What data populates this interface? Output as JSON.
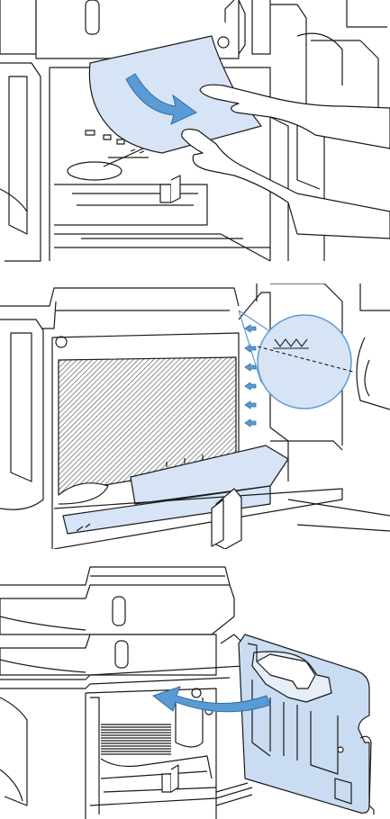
{
  "figures": [
    {
      "id": "remove-jammed-paper"
    },
    {
      "id": "tray-fill-guides"
    },
    {
      "id": "close-jam-door"
    }
  ],
  "colors": {
    "line": "#1a1a1a",
    "paper_fill": "#d6e4f5",
    "arrow_fill": "#5b9bd5",
    "door_fill": "#c9dcf1",
    "stack_hatch": "#555555"
  },
  "icons": {
    "paper_arrow": "curved-arrow-down-icon",
    "door_arrow": "curved-arrow-left-icon",
    "guide_arrows": "arrow-left-icon"
  }
}
